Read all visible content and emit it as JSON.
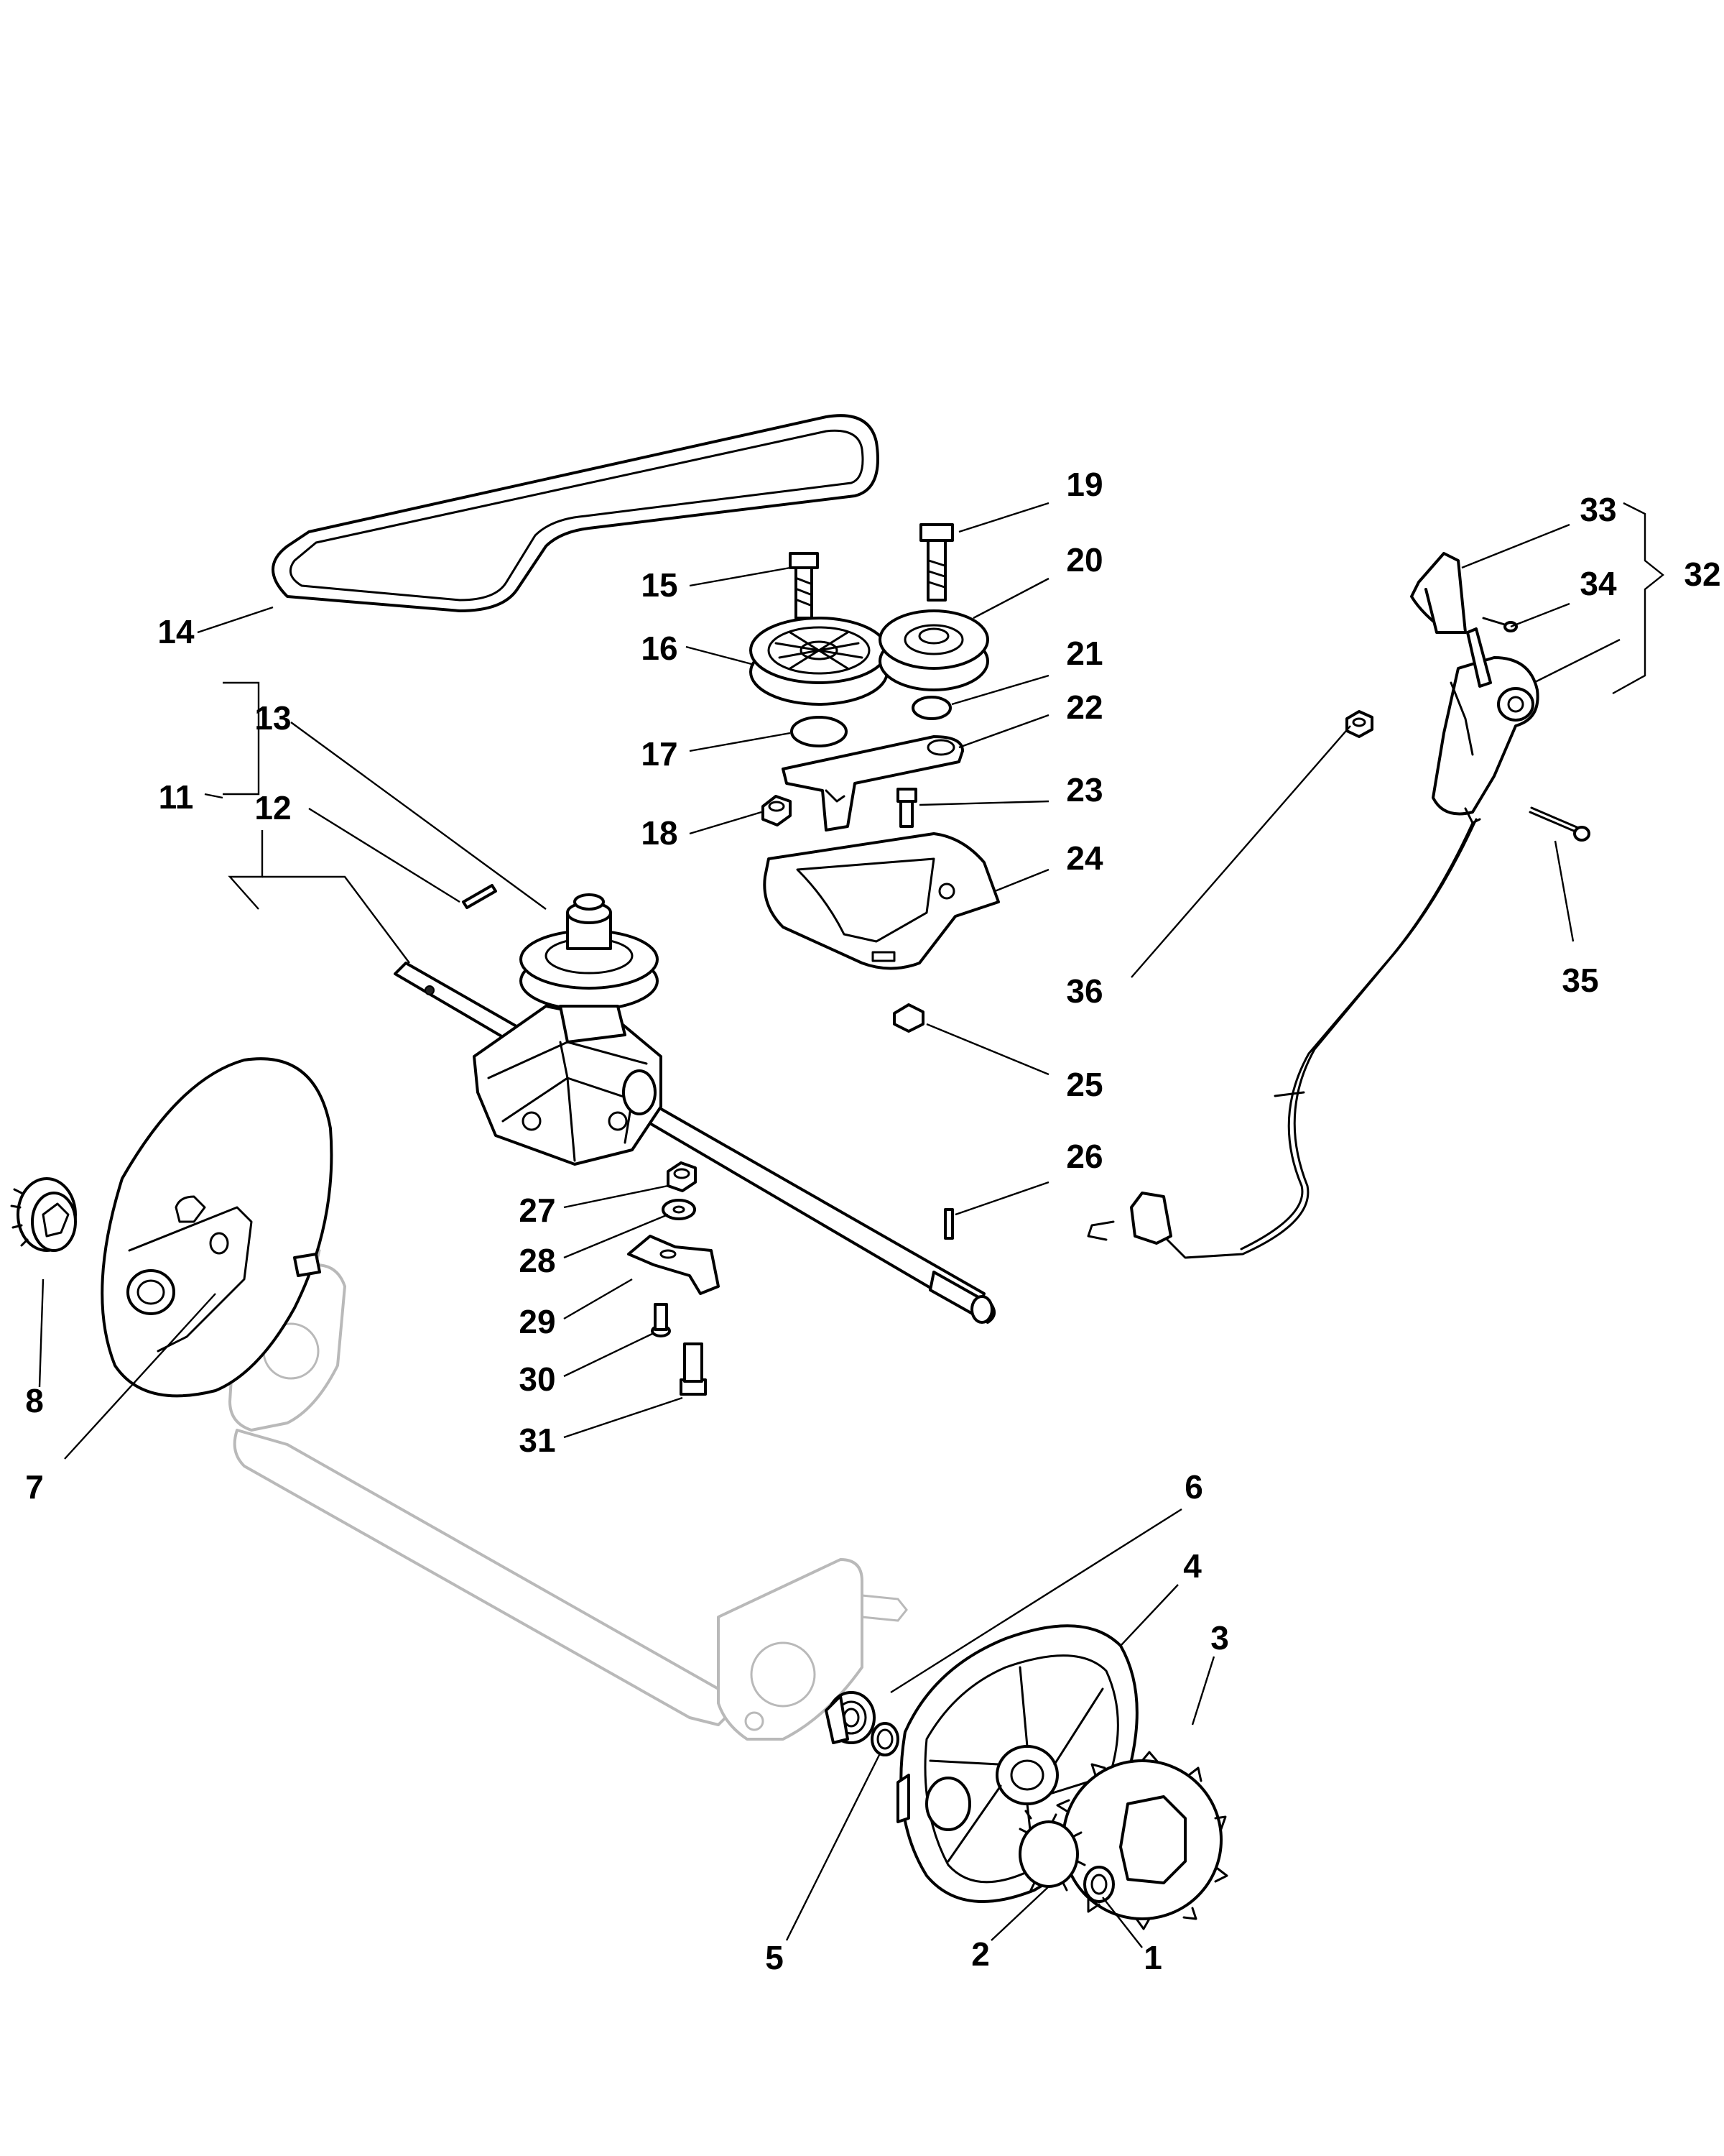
{
  "callouts": [
    {
      "id": "1",
      "text": "1"
    },
    {
      "id": "2",
      "text": "2"
    },
    {
      "id": "3",
      "text": "3"
    },
    {
      "id": "4",
      "text": "4"
    },
    {
      "id": "5",
      "text": "5"
    },
    {
      "id": "6",
      "text": "6"
    },
    {
      "id": "7",
      "text": "7"
    },
    {
      "id": "8",
      "text": "8"
    },
    {
      "id": "11",
      "text": "11"
    },
    {
      "id": "12",
      "text": "12"
    },
    {
      "id": "13",
      "text": "13"
    },
    {
      "id": "14",
      "text": "14"
    },
    {
      "id": "15",
      "text": "15"
    },
    {
      "id": "16",
      "text": "16"
    },
    {
      "id": "17",
      "text": "17"
    },
    {
      "id": "18",
      "text": "18"
    },
    {
      "id": "19",
      "text": "19"
    },
    {
      "id": "20",
      "text": "20"
    },
    {
      "id": "21",
      "text": "21"
    },
    {
      "id": "22",
      "text": "22"
    },
    {
      "id": "23",
      "text": "23"
    },
    {
      "id": "24",
      "text": "24"
    },
    {
      "id": "25",
      "text": "25"
    },
    {
      "id": "26",
      "text": "26"
    },
    {
      "id": "27",
      "text": "27"
    },
    {
      "id": "28",
      "text": "28"
    },
    {
      "id": "29",
      "text": "29"
    },
    {
      "id": "30",
      "text": "30"
    },
    {
      "id": "31",
      "text": "31"
    },
    {
      "id": "32",
      "text": "32"
    },
    {
      "id": "33",
      "text": "33"
    },
    {
      "id": "34",
      "text": "34"
    },
    {
      "id": "35",
      "text": "35"
    },
    {
      "id": "36",
      "text": "36"
    }
  ]
}
